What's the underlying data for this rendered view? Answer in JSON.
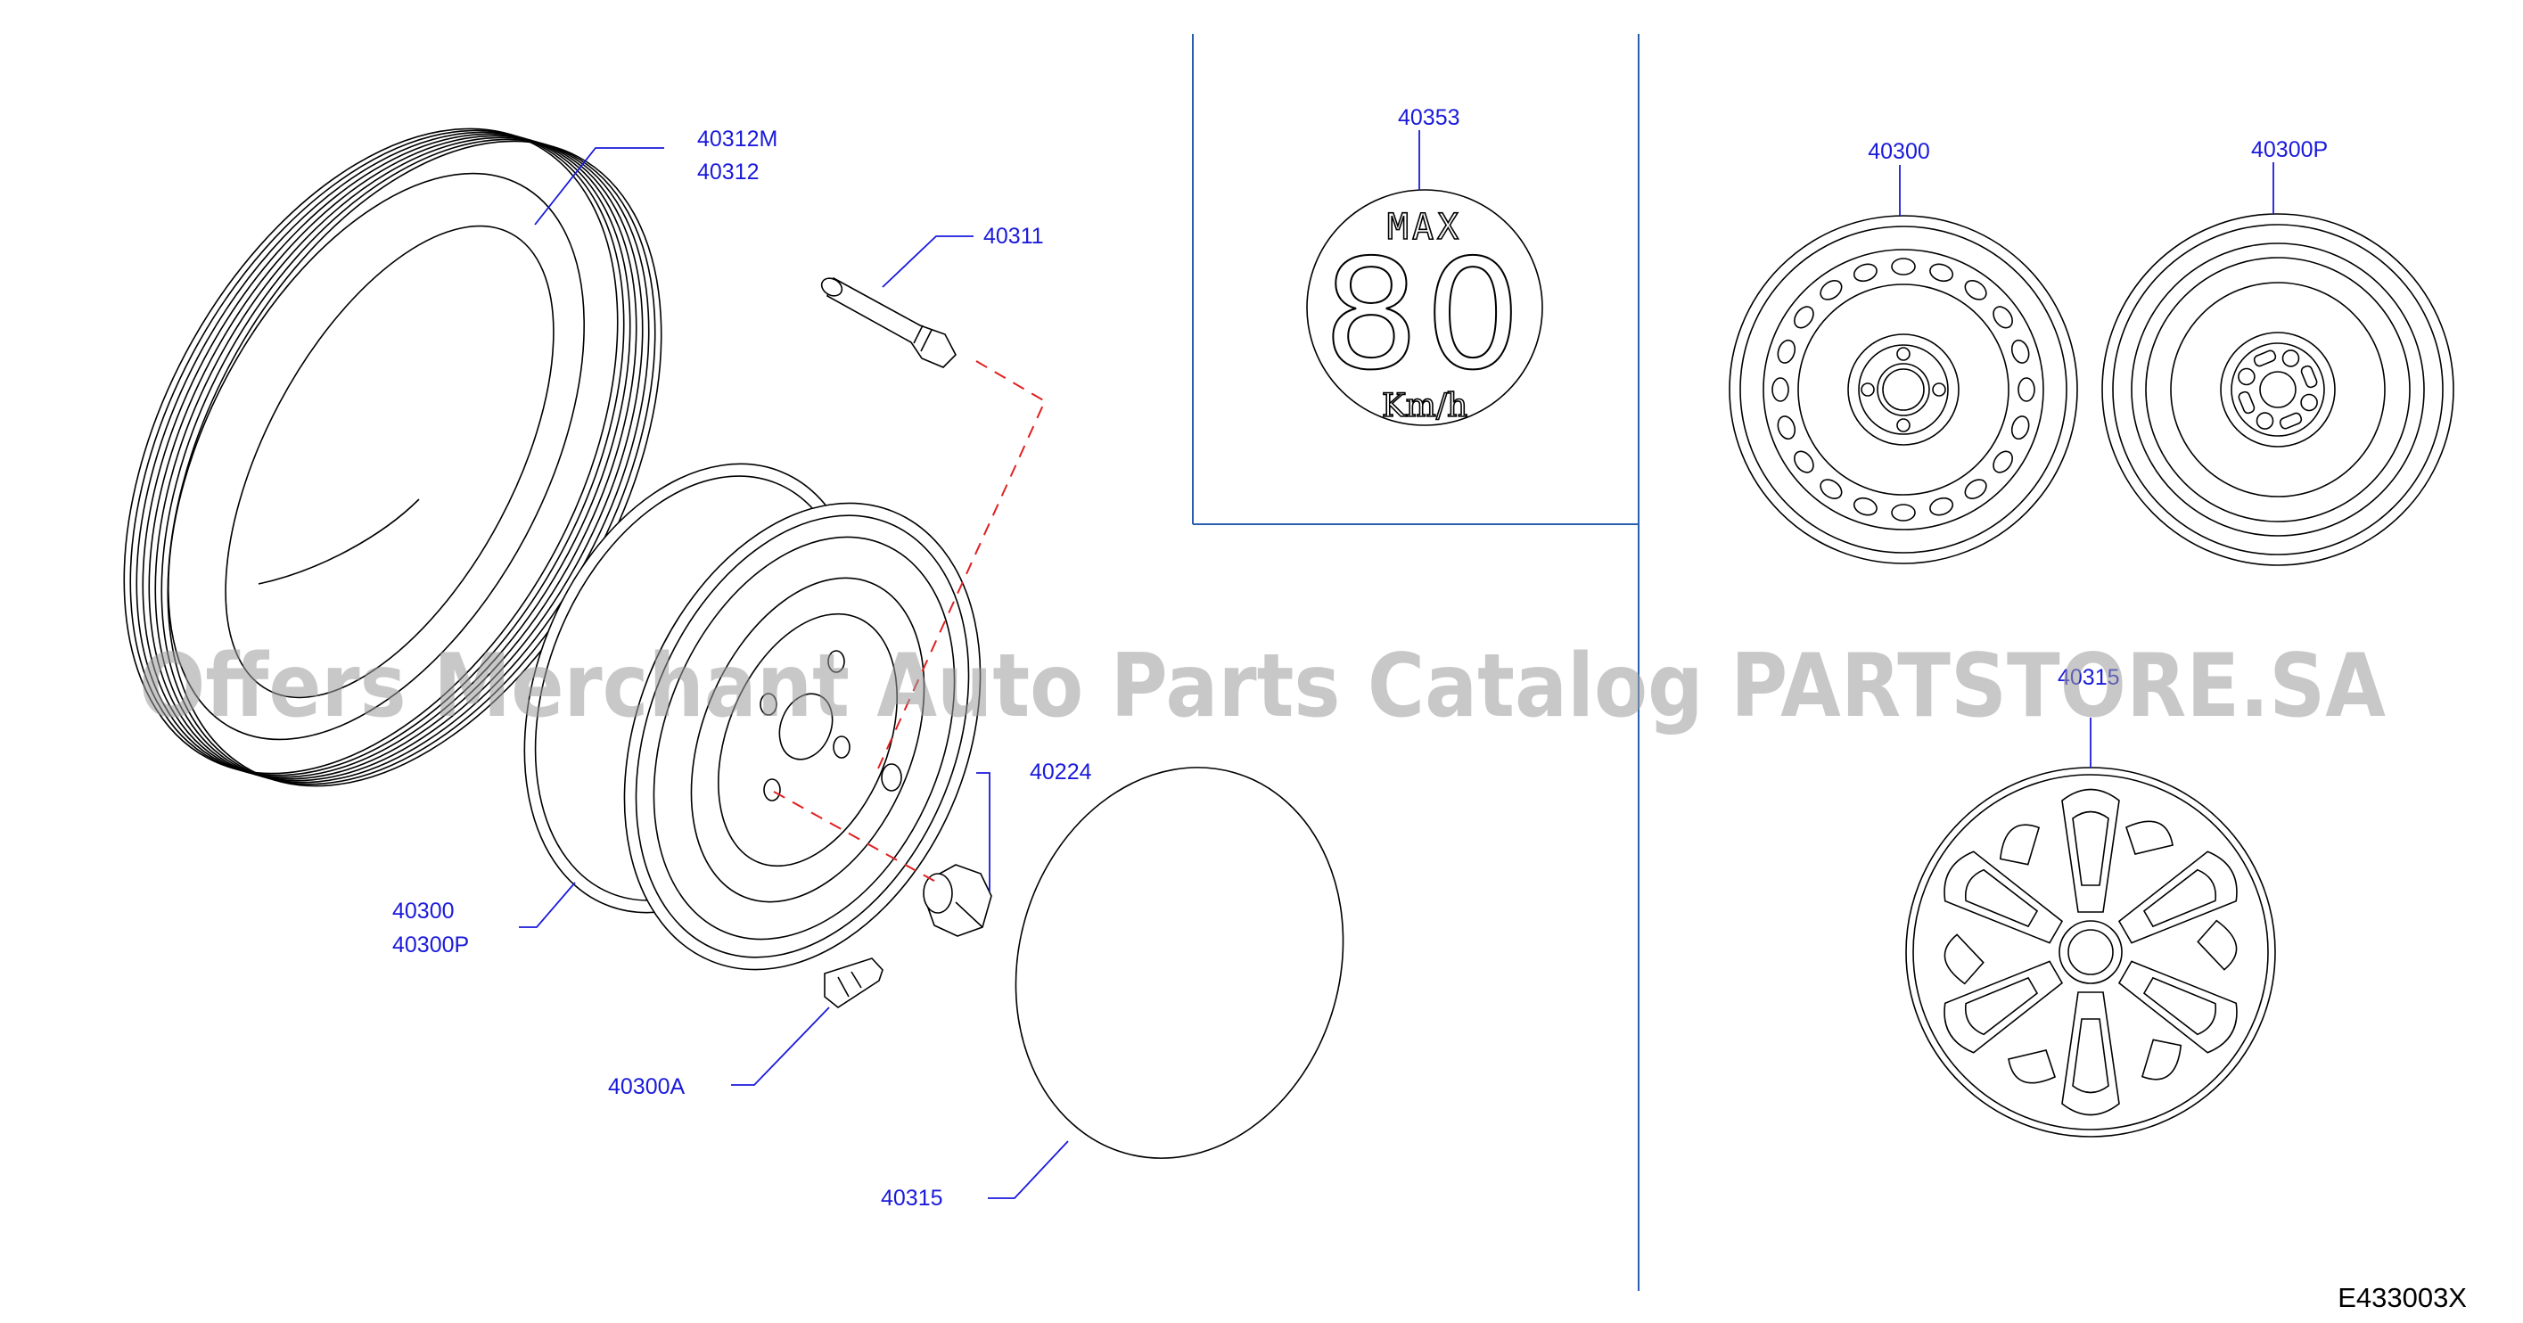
{
  "labels": {
    "tire": [
      "40312M",
      "40312"
    ],
    "valve": "40311",
    "wheel": [
      "40300",
      "40300P"
    ],
    "weight": "40300A",
    "nut": "40224",
    "cover": "40315",
    "speed_label": "40353",
    "steel_wheel": "40300",
    "spare_wheel": "40300P",
    "wheel_cover": "40315"
  },
  "speed_sticker": {
    "top": "MAX",
    "value": "80",
    "unit": "Km/h"
  },
  "diagram_code": "E433003X",
  "watermark": "Offers Merchant Auto Parts Catalog PARTSTORE.SA",
  "colors": {
    "label": "#1a1adb",
    "separator": "#2a5fb0",
    "dash": "#e02020",
    "watermark": "#9a9a9a"
  }
}
